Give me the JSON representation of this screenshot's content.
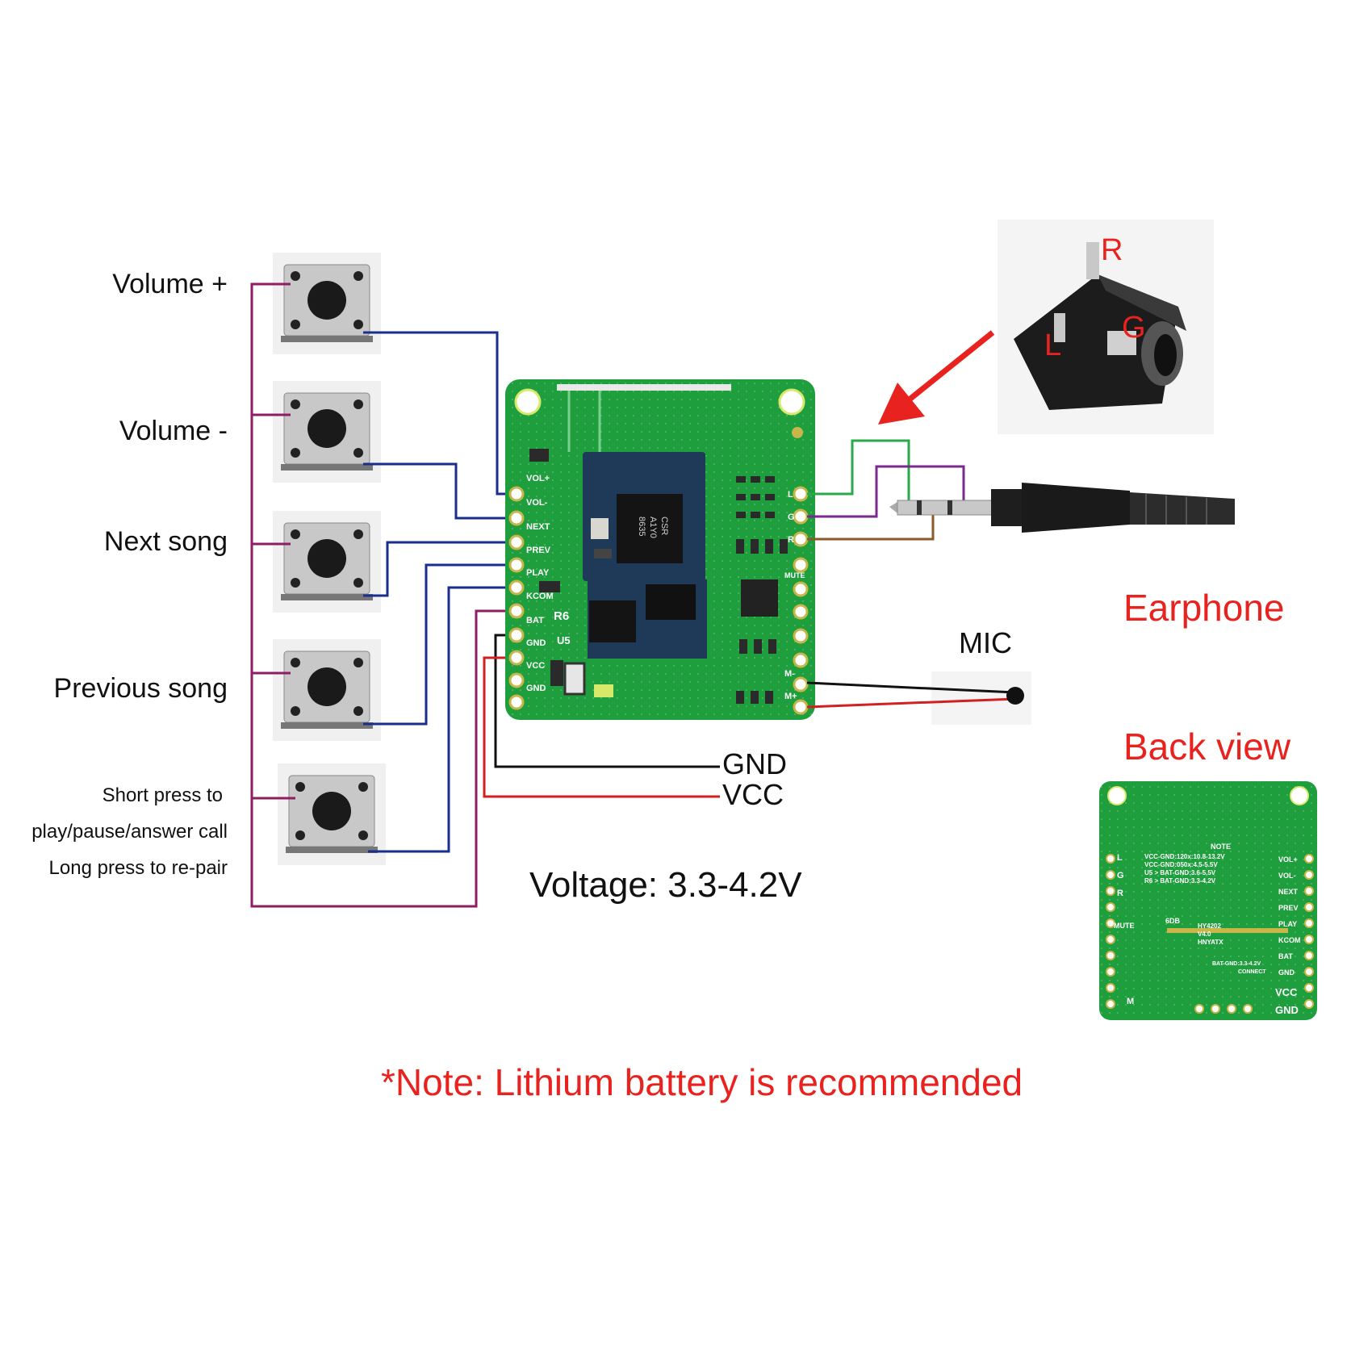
{
  "buttons": {
    "volume_plus": "Volume +",
    "volume_minus": "Volume -",
    "next_song": "Next song",
    "previous_song": "Previous song",
    "play_lines": [
      "Short press to",
      "play/pause/answer call",
      "Long press to re-pair"
    ]
  },
  "board": {
    "left_pins": [
      "VOL+",
      "VOL-",
      "NEXT",
      "PREV",
      "PLAY",
      "KCOM",
      "BAT",
      "GND",
      "VCC",
      "GND"
    ],
    "right_pins": [
      "L",
      "G",
      "R",
      "MUTE",
      "M-",
      "M+"
    ],
    "chip_text": [
      "CSR",
      "A1Y0",
      "8635"
    ],
    "silk_r6": "R6",
    "silk_u5": "U5"
  },
  "power": {
    "gnd": "GND",
    "vcc": "VCC",
    "voltage": "Voltage: 3.3-4.2V"
  },
  "jack": {
    "r": "R",
    "g": "G",
    "l": "L"
  },
  "earphone_label": "Earphone",
  "mic_label": "MIC",
  "back_view": {
    "title": "Back view",
    "left_pins": [
      "L",
      "G",
      "R",
      "MUTE",
      "M"
    ],
    "right_pins": [
      "VOL+",
      "VOL-",
      "NEXT",
      "PREV",
      "PLAY",
      "KCOM",
      "BAT",
      "GND",
      "VCC",
      "GND"
    ],
    "note_lines": [
      "NOTE",
      "VCC-GND:120x:10.8-13.2V",
      "VCC-GND:050x:4.5-5.5V",
      "U5 > BAT-GND:3.6-5.5V",
      "R6 > BAT-GND:3.3-4.2V"
    ],
    "model": [
      "HY4202",
      "V4.0",
      "HNYATX"
    ],
    "connect": [
      "BAT-GND:3.3-4.2V",
      "CONNECT"
    ],
    "code": "6DB"
  },
  "note": "*Note: Lithium battery is recommended",
  "colors": {
    "wire_magenta": "#8f1d64",
    "wire_blue": "#1a2e8c",
    "wire_green": "#2aa84a",
    "wire_purple": "#7a2a8c",
    "wire_brown": "#8a5a2a",
    "wire_black": "#111111",
    "wire_red": "#d02020",
    "pcb_green": "#1f9e3e",
    "accent_red": "#e8231f"
  }
}
